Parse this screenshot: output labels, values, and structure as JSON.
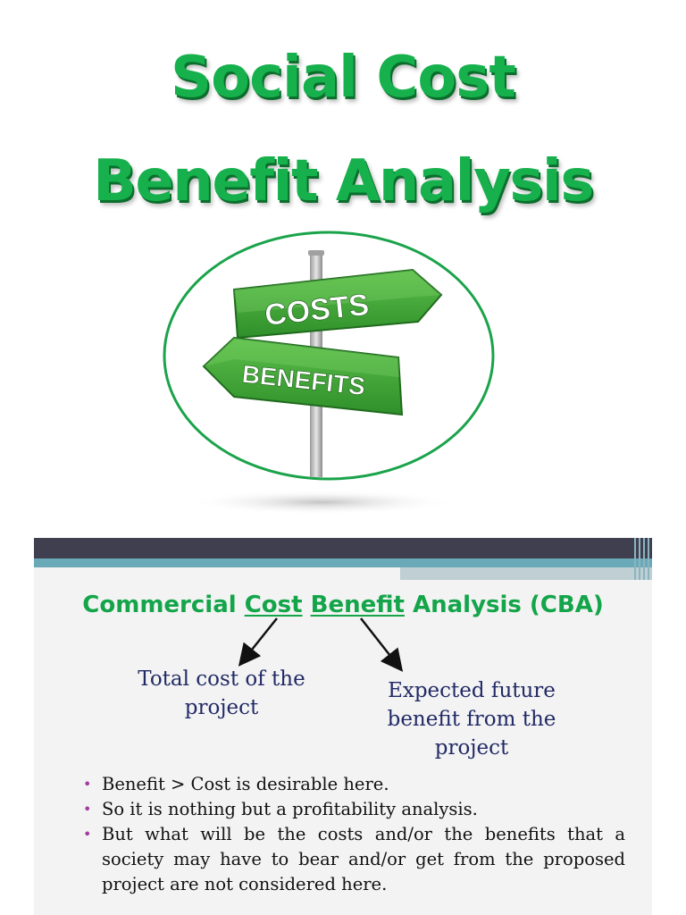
{
  "title": {
    "line1": "Social Cost",
    "line2": "Benefit Analysis"
  },
  "sign": {
    "top_label": "COSTS",
    "bottom_label": "BENEFITS"
  },
  "slide": {
    "heading": {
      "part1": "Commercial ",
      "cost": "Cost",
      "space": " ",
      "benefit": "Benefit",
      "part2": " Analysis (CBA)"
    },
    "notes": {
      "cost_note": "Total cost of the project",
      "benefit_note": "Expected future benefit from the project"
    },
    "bullets": [
      "Benefit > Cost is desirable here.",
      "So it is nothing but a profitability analysis.",
      "But what will be the costs and/or the benefits that a society may have to bear and/or get from the proposed project  are not considered here."
    ]
  },
  "colors": {
    "title_green": "#16b04c",
    "heading_green": "#14a54a",
    "note_navy": "#222a66",
    "bullet_purple": "#a33b9f"
  }
}
